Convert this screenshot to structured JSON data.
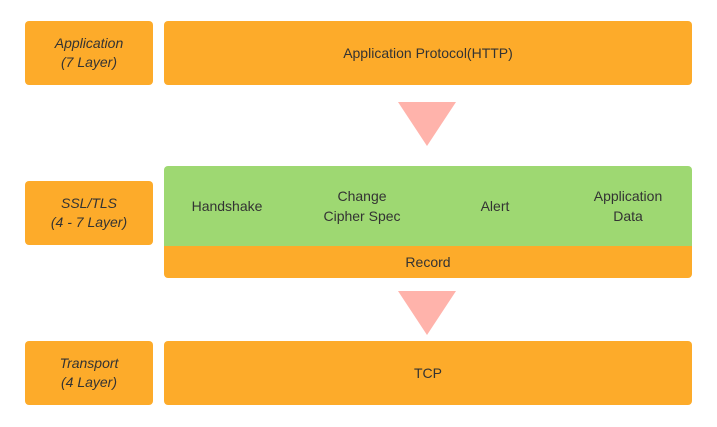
{
  "colors": {
    "orange": "#FDAB2A",
    "green": "#9ED872",
    "arrow": "#FFB3AB",
    "text": "#333333"
  },
  "layers": {
    "application": {
      "label_line1": "Application",
      "label_line2": "(7 Layer)",
      "content": "Application Protocol(HTTP)"
    },
    "ssl_tls": {
      "label_line1": "SSL/TLS",
      "label_line2": "(4 - 7 Layer)",
      "protocols": [
        {
          "line1": "Handshake",
          "line2": ""
        },
        {
          "line1": "Change",
          "line2": "Cipher Spec"
        },
        {
          "line1": "Alert",
          "line2": ""
        },
        {
          "line1": "Application",
          "line2": "Data"
        }
      ],
      "record": "Record"
    },
    "transport": {
      "label_line1": "Transport",
      "label_line2": "(4 Layer)",
      "content": "TCP"
    }
  },
  "arrows": [
    {
      "icon": "down-triangle-icon"
    },
    {
      "icon": "down-triangle-icon"
    }
  ]
}
